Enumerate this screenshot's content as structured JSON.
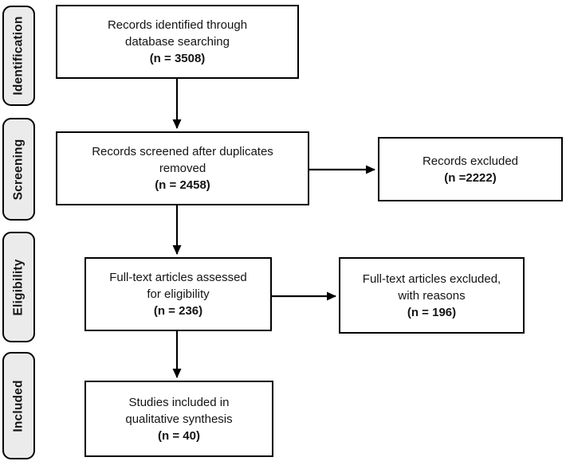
{
  "stages": [
    {
      "label": "Identification"
    },
    {
      "label": "Screening"
    },
    {
      "label": "Eligibility"
    },
    {
      "label": "Included"
    }
  ],
  "boxes": {
    "identified": {
      "line1": "Records identified through",
      "line2": "database searching",
      "count": "(n = 3508)"
    },
    "screened": {
      "line1": "Records screened after duplicates",
      "line2": "removed",
      "count": "(n = 2458)"
    },
    "records_excluded": {
      "line1": "Records excluded",
      "count": "(n =2222)"
    },
    "fulltext_assessed": {
      "line1": "Full-text articles assessed",
      "line2": "for eligibility",
      "count": "(n = 236)"
    },
    "fulltext_excluded": {
      "line1": "Full-text articles excluded,",
      "line2": "with reasons",
      "count": "(n = 196)"
    },
    "studies_included": {
      "line1": "Studies included in",
      "line2": "qualitative synthesis",
      "count": "(n = 40)"
    }
  },
  "colors": {
    "line": "#000000",
    "stage_fill": "#ebebeb",
    "node_fill": "#ffffff",
    "text": "#141414",
    "background": "#ffffff"
  }
}
